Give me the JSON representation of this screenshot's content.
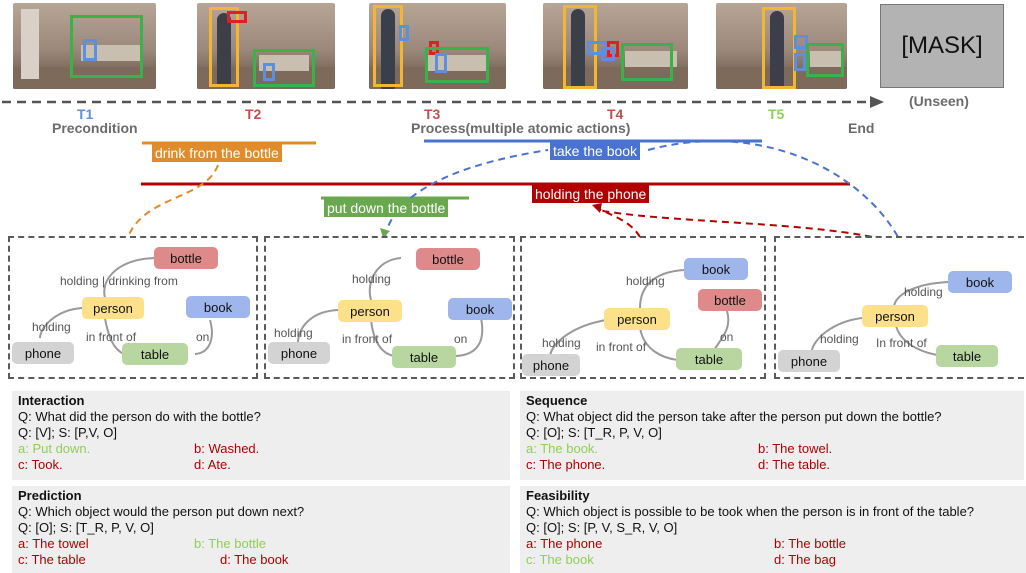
{
  "colors": {
    "gray_text": "#6b6b6b",
    "red_text": "#c0504d",
    "blue_text": "#5b8fe0",
    "green_text": "#8fcf55",
    "orange": "#e08c2c",
    "blue_bar": "#4a72d0",
    "red_bar": "#b30000",
    "green_bar": "#6aa84f"
  },
  "mask": {
    "label": "[MASK]",
    "sublabel": "(Unseen)"
  },
  "timeline": {
    "t1": "T1",
    "t2": "T2",
    "t3": "T3",
    "t4": "T4",
    "t5": "T5",
    "precondition": "Precondition",
    "process": "Process(multiple atomic actions)",
    "end": "End"
  },
  "actions": {
    "drink": "drink from the bottle",
    "take_book": "take the book",
    "holding_phone": "holding the phone",
    "put_down": "put down the bottle"
  },
  "graphs": [
    {
      "nodes": {
        "bottle": "bottle",
        "person": "person",
        "book": "book",
        "table": "table",
        "phone": "phone"
      },
      "edges": {
        "e1": "holding | drinking from",
        "e2": "holding",
        "e3": "in front of",
        "e4": "on"
      }
    },
    {
      "nodes": {
        "bottle": "bottle",
        "person": "person",
        "book": "book",
        "table": "table",
        "phone": "phone"
      },
      "edges": {
        "e1": "holding",
        "e2": "holding",
        "e3": "in front of",
        "e4": "on"
      }
    },
    {
      "nodes": {
        "book": "book",
        "bottle": "bottle",
        "person": "person",
        "table": "table",
        "phone": "phone"
      },
      "edges": {
        "e1": "holding",
        "e2": "holding",
        "e3": "in front of",
        "e4": "on"
      }
    },
    {
      "nodes": {
        "book": "book",
        "person": "person",
        "table": "table",
        "phone": "phone"
      },
      "edges": {
        "e1": "holding",
        "e2": "holding",
        "e3": "In front of"
      }
    }
  ],
  "questions": [
    {
      "title": "Interaction",
      "q": "Q: What did the person do with the bottle?",
      "s": "Q: [V]; S: [P,V, O]",
      "a": "a: Put down.",
      "b": "b: Washed.",
      "c": "c: Took.",
      "d": "d: Ate."
    },
    {
      "title": "Sequence",
      "q": "Q: What object did the person take after the person put down the bottle?",
      "s": "Q: [O]; S: [T_R, P, V, O]",
      "a": "a: The book.",
      "b": "b: The towel.",
      "c": "c: The phone.",
      "d": "d: The table."
    },
    {
      "title": "Prediction",
      "q": "Q: Which object would the person put down next?",
      "s": "Q: [O]; S: [T_R, P, V, O]",
      "a": "a: The towel",
      "b": "b: The bottle",
      "c": "c: The table",
      "d": "d: The book"
    },
    {
      "title": "Feasibility",
      "q": "Q: Which object is possible to be took when the person is in front of the table?",
      "s": "Q: [O]; S: [P, V, S_R, V, O]",
      "a": "a: The phone",
      "b": "b: The bottle",
      "c": "c: The book",
      "d": "d: The bag"
    }
  ]
}
